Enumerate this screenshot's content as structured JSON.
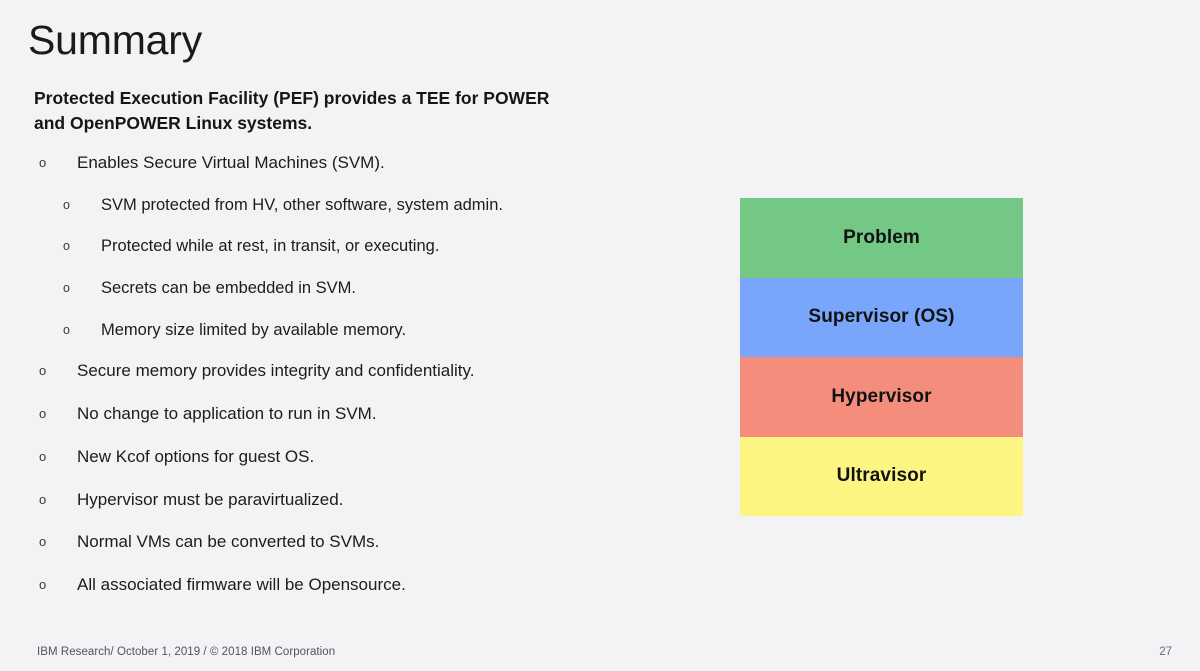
{
  "slide": {
    "title": "Summary",
    "lead": "Protected Execution Facility (PEF) provides a TEE for POWER and OpenPOWER Linux systems.",
    "bullet_marker": "o",
    "bullets": [
      {
        "level": 1,
        "text": "Enables Secure Virtual Machines (SVM).",
        "children": [
          {
            "level": 2,
            "text": "SVM protected from HV, other software, system admin."
          },
          {
            "level": 2,
            "text": "Protected while at rest, in transit, or executing."
          },
          {
            "level": 2,
            "text": "Secrets can be embedded in SVM."
          },
          {
            "level": 2,
            "text": "Memory size limited by available memory."
          }
        ]
      },
      {
        "level": 1,
        "text": "Secure memory provides integrity and confidentiality."
      },
      {
        "level": 1,
        "text": "No change to application to run in SVM."
      },
      {
        "level": 1,
        "text": "New Kcof options for guest OS."
      },
      {
        "level": 1,
        "text": "Hypervisor must be paravirtualized."
      },
      {
        "level": 1,
        "text": "Normal VMs can be converted to SVMs."
      },
      {
        "level": 1,
        "text": "All associated firmware will be  Opensource."
      }
    ]
  },
  "diagram": {
    "name": "privilege-stack",
    "layers": [
      {
        "label": "Problem",
        "color": "#73c886"
      },
      {
        "label": "Supervisor (OS)",
        "color": "#79a6fb"
      },
      {
        "label": "Hypervisor",
        "color": "#f58d7d"
      },
      {
        "label": "Ultravisor",
        "color": "#fcf582"
      }
    ]
  },
  "footer": {
    "text": "IBM Research/ October 1, 2019 / © 2018 IBM Corporation",
    "page_number": "27"
  },
  "theme": {
    "background": "#f3f2f5",
    "text": "#161616",
    "footer_text": "#53535f"
  }
}
